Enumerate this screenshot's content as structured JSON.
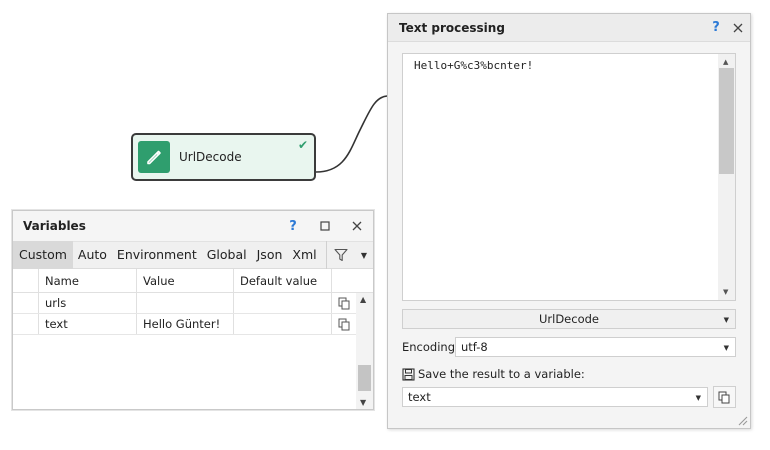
{
  "canvas": {
    "node": {
      "label": "UrlDecode",
      "status_icon": "check-icon",
      "icon": "pencil-icon",
      "color": "#2f9e6e"
    }
  },
  "variables_panel": {
    "title": "Variables",
    "help_label": "?",
    "tabs": [
      {
        "label": "Custom",
        "active": true
      },
      {
        "label": "Auto",
        "active": false
      },
      {
        "label": "Environment",
        "active": false
      },
      {
        "label": "Global",
        "active": false
      },
      {
        "label": "Json",
        "active": false
      },
      {
        "label": "Xml",
        "active": false
      }
    ],
    "columns": [
      "Name",
      "Value",
      "Default value"
    ],
    "rows": [
      {
        "name": "urls",
        "value": "",
        "default": ""
      },
      {
        "name": "text",
        "value": "Hello Günter!",
        "default": ""
      }
    ]
  },
  "text_processing": {
    "title": "Text processing",
    "help_label": "?",
    "input_text": "Hello+G%c3%bcnter!",
    "function": "UrlDecode",
    "encoding_label": "Encoding:",
    "encoding_value": "utf-8",
    "save_label": "Save the result to a variable:",
    "variable_value": "text"
  },
  "colors": {
    "accent": "#2f9e6e",
    "help": "#2d7ad6"
  }
}
